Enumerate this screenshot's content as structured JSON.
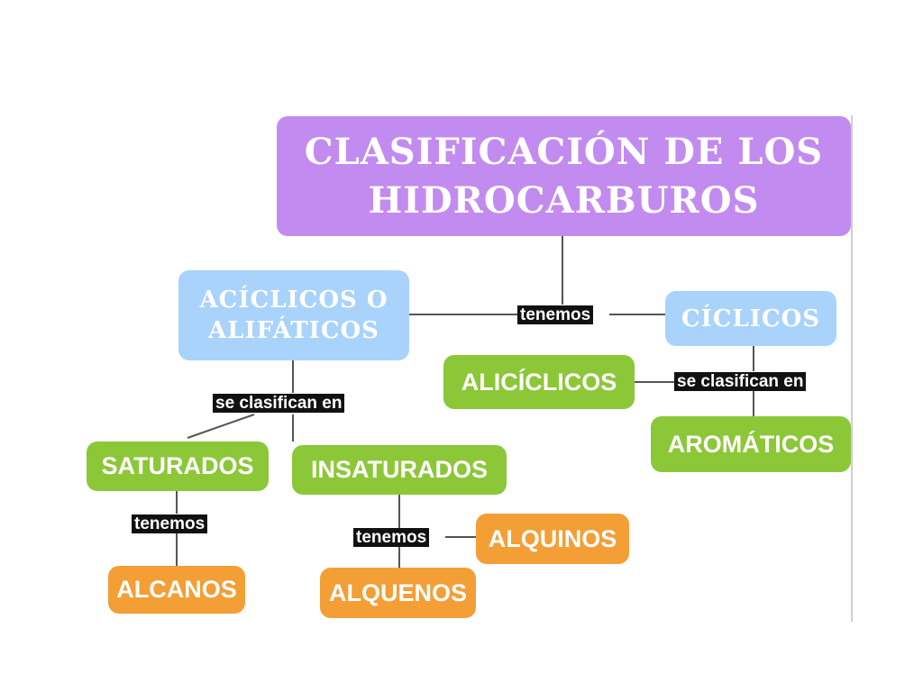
{
  "colors": {
    "purple": "#c28bf0",
    "blue": "#a9d3fb",
    "green": "#8cc738",
    "orange": "#f49e36",
    "pill_bg": "#111111",
    "line": "#555555"
  },
  "nodes": {
    "title": "CLASIFICACIÓN DE LOS HIDROCARBUROS",
    "aciclicos": "ACÍCLICOS O ALIFÁTICOS",
    "ciclicos": "CÍCLICOS",
    "aliciclicos": "ALICÍCLICOS",
    "aromaticos": "AROMÁTICOS",
    "saturados": "SATURADOS",
    "insaturados": "INSATURADOS",
    "alcanos": "ALCANOS",
    "alquinos": "ALQUINOS",
    "alquenos": "ALQUENOS"
  },
  "links": {
    "tenemos_main": "tenemos",
    "se_clasifican_left": "se clasifican en",
    "se_clasifican_right": "se clasifican en",
    "tenemos_saturados": "tenemos",
    "tenemos_insaturados": "tenemos"
  }
}
